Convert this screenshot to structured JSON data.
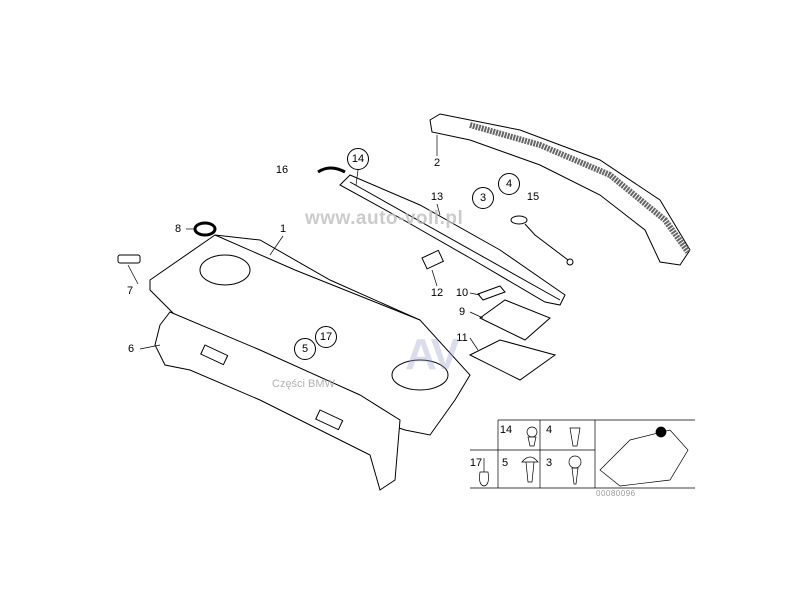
{
  "diagram": {
    "callouts": [
      {
        "id": "1",
        "text": "1",
        "circled": false
      },
      {
        "id": "2",
        "text": "2",
        "circled": false
      },
      {
        "id": "3",
        "text": "3",
        "circled": true
      },
      {
        "id": "4",
        "text": "4",
        "circled": true
      },
      {
        "id": "5",
        "text": "5",
        "circled": true
      },
      {
        "id": "6",
        "text": "6",
        "circled": false
      },
      {
        "id": "7",
        "text": "7",
        "circled": false
      },
      {
        "id": "8",
        "text": "8",
        "circled": false
      },
      {
        "id": "9",
        "text": "9",
        "circled": false
      },
      {
        "id": "10",
        "text": "10",
        "circled": false
      },
      {
        "id": "11",
        "text": "11",
        "circled": false
      },
      {
        "id": "12",
        "text": "12",
        "circled": false
      },
      {
        "id": "13",
        "text": "13",
        "circled": false
      },
      {
        "id": "14",
        "text": "14",
        "circled": true
      },
      {
        "id": "15",
        "text": "15",
        "circled": false
      },
      {
        "id": "16",
        "text": "16",
        "circled": false
      },
      {
        "id": "17",
        "text": "17",
        "circled": true
      }
    ],
    "fastener_table": [
      "14",
      "4",
      "17",
      "5",
      "3"
    ],
    "part_number": "00080096"
  },
  "watermark": {
    "url": "www.auto-voll.pl",
    "subtitle": "Części BMW",
    "logo": "AV"
  },
  "colors": {
    "line": "#000000",
    "watermark": "#bebebe"
  }
}
